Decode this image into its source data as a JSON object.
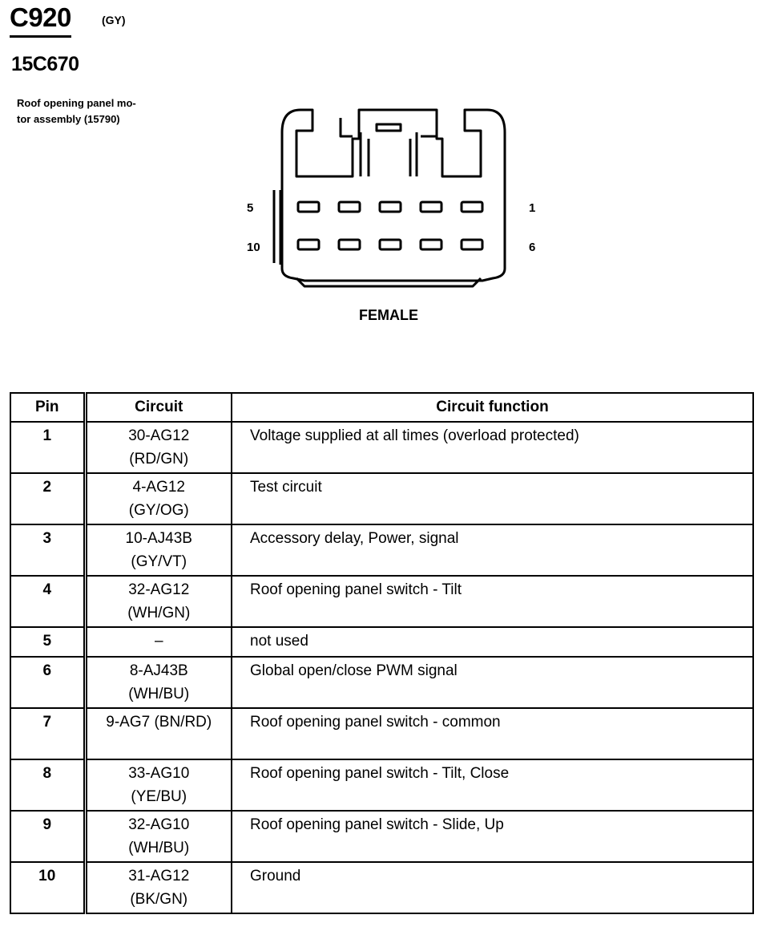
{
  "connector": {
    "id": "C920",
    "color_code": "(GY)",
    "part_number": "15C670",
    "description": "Roof opening panel mo-\ntor assembly (15790)",
    "gender": "FEMALE",
    "pin_labels": {
      "top_left": "5",
      "top_right": "1",
      "bottom_left": "10",
      "bottom_right": "6"
    }
  },
  "table": {
    "headers": {
      "pin": "Pin",
      "circuit": "Circuit",
      "function": "Circuit function"
    },
    "rows": [
      {
        "pin": "1",
        "circuit": "30-AG12\n(RD/GN)",
        "function": "Voltage supplied at all times (overload protected)"
      },
      {
        "pin": "2",
        "circuit": "4-AG12\n(GY/OG)",
        "function": "Test circuit"
      },
      {
        "pin": "3",
        "circuit": "10-AJ43B\n(GY/VT)",
        "function": "Accessory delay, Power, signal"
      },
      {
        "pin": "4",
        "circuit": "32-AG12\n(WH/GN)",
        "function": "Roof opening panel switch  - Tilt"
      },
      {
        "pin": "5",
        "circuit": "–",
        "function": "not used"
      },
      {
        "pin": "6",
        "circuit": "8-AJ43B\n(WH/BU)",
        "function": "Global open/close PWM signal"
      },
      {
        "pin": "7",
        "circuit": "9-AG7 (BN/RD)",
        "function": "Roof opening panel switch  - common"
      },
      {
        "pin": "8",
        "circuit": "33-AG10\n(YE/BU)",
        "function": "Roof opening panel switch  - Tilt, Close"
      },
      {
        "pin": "9",
        "circuit": "32-AG10\n(WH/BU)",
        "function": "Roof opening panel switch  - Slide, Up"
      },
      {
        "pin": "10",
        "circuit": "31-AG12\n(BK/GN)",
        "function": "Ground"
      }
    ]
  }
}
